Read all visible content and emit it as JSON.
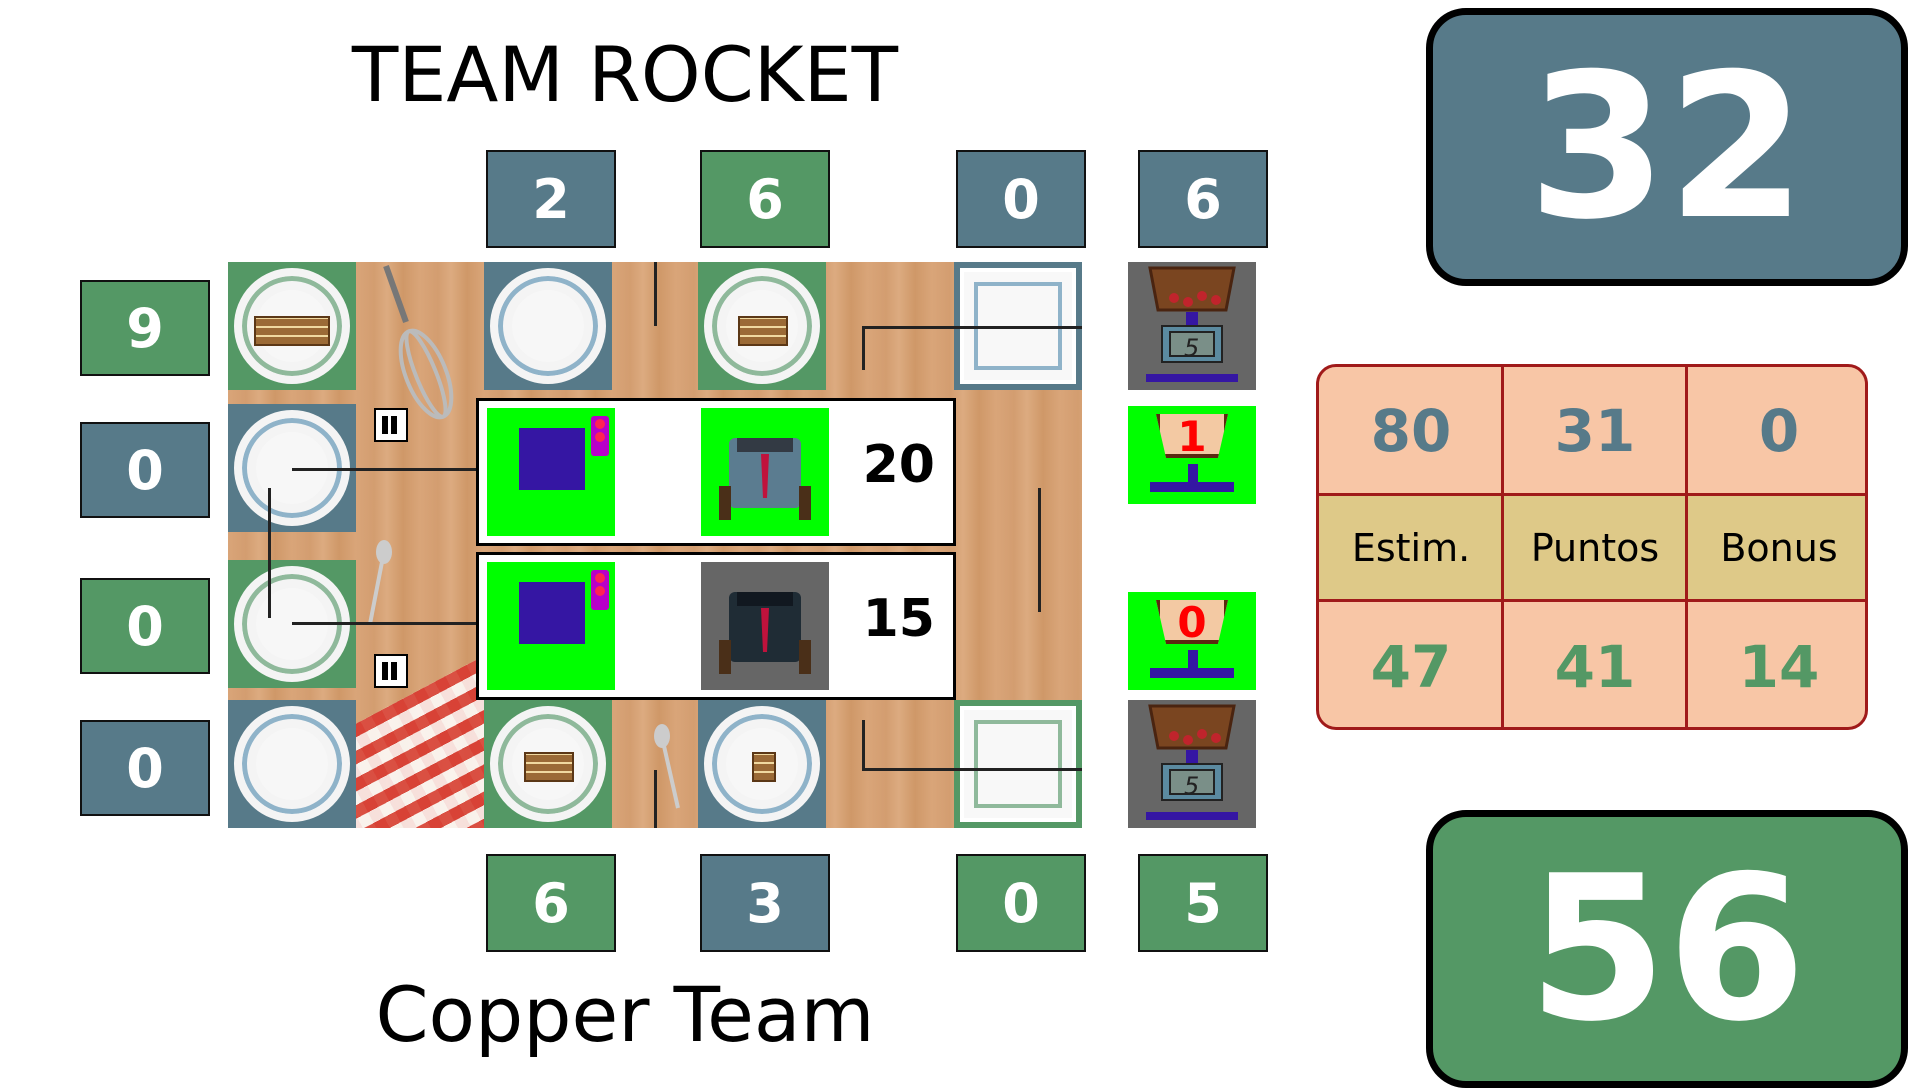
{
  "teams": {
    "top_name": "TEAM ROCKET",
    "bottom_name": "Copper Team",
    "top_total": "32",
    "bottom_total": "56",
    "top_color": "#577a89",
    "bottom_color": "#549865"
  },
  "column_scores_top": [
    "2",
    "6",
    "0",
    "6"
  ],
  "column_scores_bottom": [
    "6",
    "3",
    "0",
    "5"
  ],
  "row_scores_left": [
    "9",
    "0",
    "0",
    "0"
  ],
  "robot_cards": [
    {
      "value": "20"
    },
    {
      "value": "15"
    }
  ],
  "scales": {
    "upper_counter": "1",
    "lower_counter": "0",
    "upper_display": "5",
    "lower_display": "5"
  },
  "stats_table": {
    "headers": [
      "Estim.",
      "Puntos",
      "Bonus"
    ],
    "top_row": [
      "80",
      "31",
      "0"
    ],
    "bottom_row": [
      "47",
      "41",
      "14"
    ]
  },
  "icons": [
    "cake-icon",
    "plate-icon",
    "robot-icon",
    "chef-icon",
    "scale-icon",
    "qr-marker-icon",
    "whisk-icon",
    "spoon-icon"
  ]
}
